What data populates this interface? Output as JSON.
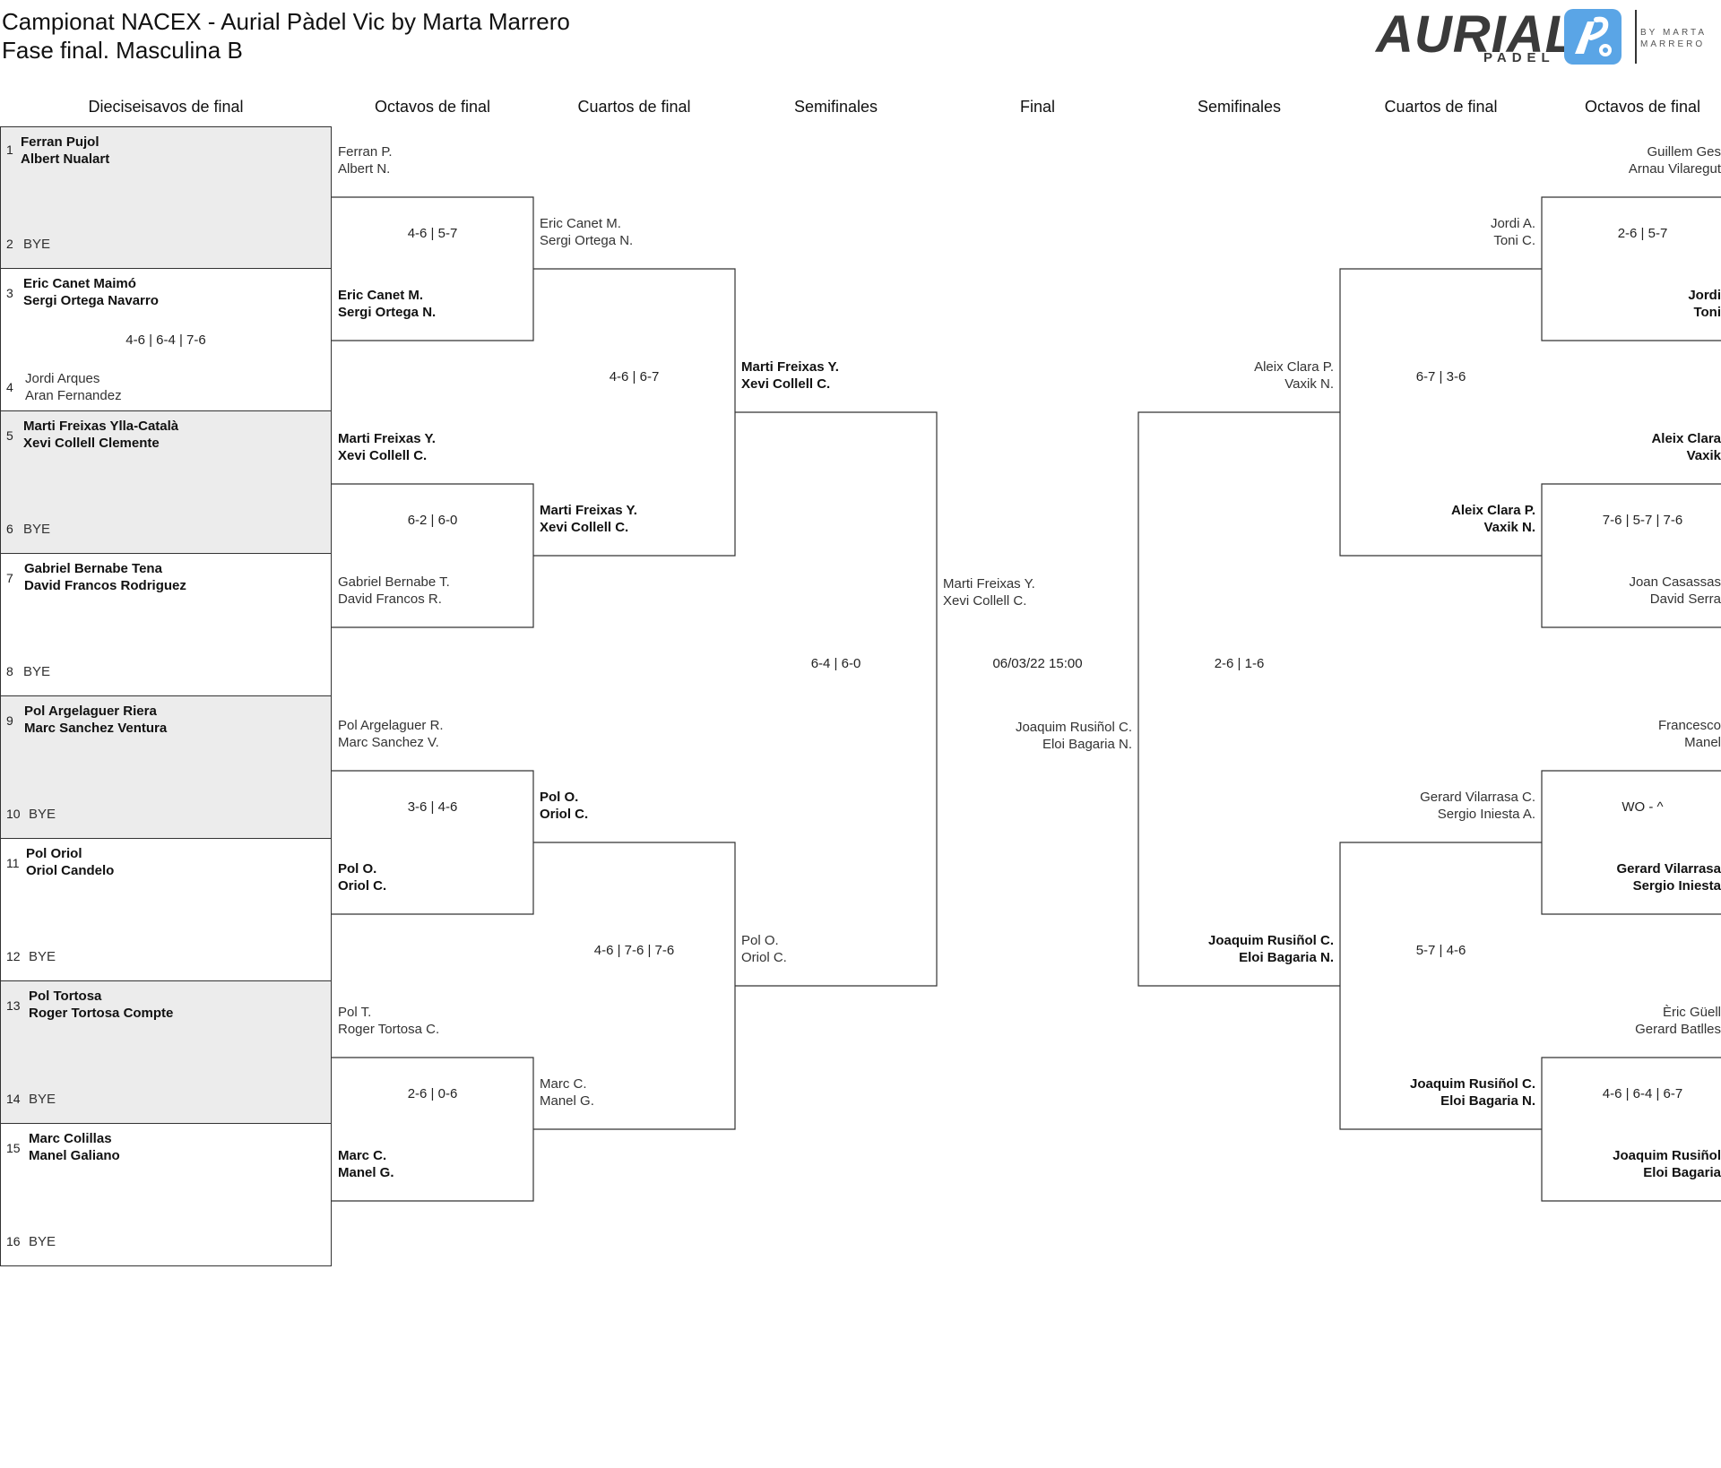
{
  "header": {
    "title": "Campionat NACEX - Aurial Pàdel Vic by Marta Marrero",
    "subtitle": "Fase final. Masculina B"
  },
  "logo": {
    "word": "AURIAL",
    "sub": "PADEL",
    "by": "BY MARTA MARRERO",
    "accent": "#5aa5e6"
  },
  "columns": {
    "r32": "Dieciseisavos de final",
    "r16_left": "Octavos de final",
    "qf_left": "Cuartos de final",
    "sf_left": "Semifinales",
    "final": "Final",
    "sf_right": "Semifinales",
    "qf_right": "Cuartos de final",
    "r16_right": "Octavos de final"
  },
  "round32": [
    {
      "seed_a": "1",
      "a1": "Ferran Pujol",
      "a2": "Albert Nualart",
      "seed_b": "2",
      "b1": "BYE",
      "b2": "",
      "score": ""
    },
    {
      "seed_a": "3",
      "a1": "Eric Canet Maimó",
      "a2": "Sergi Ortega Navarro",
      "seed_b": "4",
      "b1": "Jordi Arques",
      "b2": "Aran Fernandez",
      "score": "4-6 | 6-4 | 7-6"
    },
    {
      "seed_a": "5",
      "a1": "Marti Freixas Ylla-Català",
      "a2": "Xevi Collell Clemente",
      "seed_b": "6",
      "b1": "BYE",
      "b2": "",
      "score": ""
    },
    {
      "seed_a": "7",
      "a1": "Gabriel Bernabe Tena",
      "a2": "David Francos Rodriguez",
      "seed_b": "8",
      "b1": "BYE",
      "b2": "",
      "score": ""
    },
    {
      "seed_a": "9",
      "a1": "Pol Argelaguer Riera",
      "a2": "Marc Sanchez Ventura",
      "seed_b": "10",
      "b1": "BYE",
      "b2": "",
      "score": ""
    },
    {
      "seed_a": "11",
      "a1": "Pol Oriol",
      "a2": "Oriol Candelo",
      "seed_b": "12",
      "b1": "BYE",
      "b2": "",
      "score": ""
    },
    {
      "seed_a": "13",
      "a1": "Pol Tortosa",
      "a2": "Roger Tortosa Compte",
      "seed_b": "14",
      "b1": "BYE",
      "b2": "",
      "score": ""
    },
    {
      "seed_a": "15",
      "a1": "Marc Colillas",
      "a2": "Manel Galiano",
      "seed_b": "16",
      "b1": "BYE",
      "b2": "",
      "score": ""
    }
  ],
  "r16_left": [
    {
      "a1": "Ferran P.",
      "a2": "Albert N.",
      "score": "4-6 | 5-7",
      "b1": "Eric Canet M.",
      "b2": "Sergi Ortega N."
    },
    {
      "a1": "Marti Freixas Y.",
      "a2": "Xevi Collell C.",
      "score": "6-2 | 6-0",
      "b1": "Gabriel Bernabe T.",
      "b2": "David Francos R."
    },
    {
      "a1": "Pol Argelaguer R.",
      "a2": "Marc Sanchez V.",
      "score": "3-6 | 4-6",
      "b1": "Pol O.",
      "b2": "Oriol C."
    },
    {
      "a1": "Pol T.",
      "a2": "Roger Tortosa C.",
      "score": "2-6 | 0-6",
      "b1": "Marc C.",
      "b2": "Manel G."
    }
  ],
  "qf_left": [
    {
      "a1": "Eric Canet M.",
      "a2": "Sergi Ortega N.",
      "score": "4-6 | 6-7",
      "b1": "Marti Freixas Y.",
      "b2": "Xevi Collell C."
    },
    {
      "a1": "Pol O.",
      "a2": "Oriol C.",
      "score": "4-6 | 7-6 | 7-6",
      "b1": "Marc C.",
      "b2": "Manel G."
    }
  ],
  "sf_left": {
    "a1": "Marti Freixas Y.",
    "a2": "Xevi Collell C.",
    "score": "6-4 | 6-0",
    "b1": "Pol O.",
    "b2": "Oriol C."
  },
  "final": {
    "a1": "Marti Freixas Y.",
    "a2": "Xevi Collell C.",
    "date": "06/03/22 15:00",
    "b1": "Joaquim Rusiñol C.",
    "b2": "Eloi Bagaria N."
  },
  "sf_right": {
    "a1": "Aleix Clara P.",
    "a2": "Vaxik N.",
    "score": "2-6 | 1-6",
    "b1": "Joaquim Rusiñol C.",
    "b2": "Eloi Bagaria N."
  },
  "qf_right": [
    {
      "a1": "Jordi A.",
      "a2": "Toni C.",
      "score": "6-7 | 3-6",
      "b1": "Aleix Clara P.",
      "b2": "Vaxik N."
    },
    {
      "a1": "Gerard Vilarrasa C.",
      "a2": "Sergio Iniesta A.",
      "score": "5-7 | 4-6",
      "b1": "Joaquim Rusiñol C.",
      "b2": "Eloi Bagaria N."
    }
  ],
  "r16_right": [
    {
      "a1": "Guillem Ges",
      "a2": "Arnau Vilaregut",
      "score": "2-6 | 5-7",
      "b1": "Jordi",
      "b2": "Toni"
    },
    {
      "a1": "Aleix Clara",
      "a2": "Vaxik",
      "score": "7-6 | 5-7 | 7-6",
      "b1": "Joan Casassas",
      "b2": "David Serra"
    },
    {
      "a1": "Francesco",
      "a2": "Manel",
      "score": "WO - ^",
      "b1": "Gerard Vilarrasa",
      "b2": "Sergio Iniesta"
    },
    {
      "a1": "Èric Güell",
      "a2": "Gerard Batlles",
      "score": "4-6 | 6-4 | 6-7",
      "b1": "Joaquim Rusiñol",
      "b2": "Eloi Bagaria"
    }
  ]
}
